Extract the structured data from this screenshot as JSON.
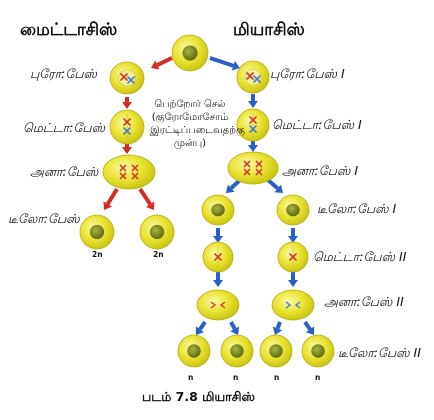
{
  "headings": {
    "mitosis": "மைட்டாசிஸ்",
    "meiosis": "மியாசிஸ்"
  },
  "center_note": "பெற்றோர் செல் (குரோமோசோம் இரட்டிப்படைவதற்கு முன்பு)",
  "mitosis_stages": {
    "prophase": "புரோ:பேஸ்",
    "metaphase": "மெட்டா:பேஸ்",
    "anaphase": "அனா:பேஸ்",
    "telophase": "டீலோ:பேஸ்"
  },
  "meiosis_stages": {
    "prophase1": "புரோ:பேஸ் I",
    "metaphase1": "மெட்டா:பேஸ் I",
    "anaphase1": "அனா:பேஸ் I",
    "telophase1": "டீலோ:பேஸ் I",
    "metaphase2": "மெட்டா:பேஸ் II",
    "anaphase2": "அனா:பேஸ் II",
    "telophase2": "டீலோ:பேஸ் II"
  },
  "ploidy": {
    "diploid": "2n",
    "haploid": "n"
  },
  "caption": "படம் 7.8 மியாசிஸ்",
  "colors": {
    "cell": "#e6e22e",
    "nucleus": "#7c8a1f",
    "mitosis_arrow": "#d42b23",
    "meiosis_arrow": "#2a5fc9",
    "chromosome": "#d63a2a"
  }
}
